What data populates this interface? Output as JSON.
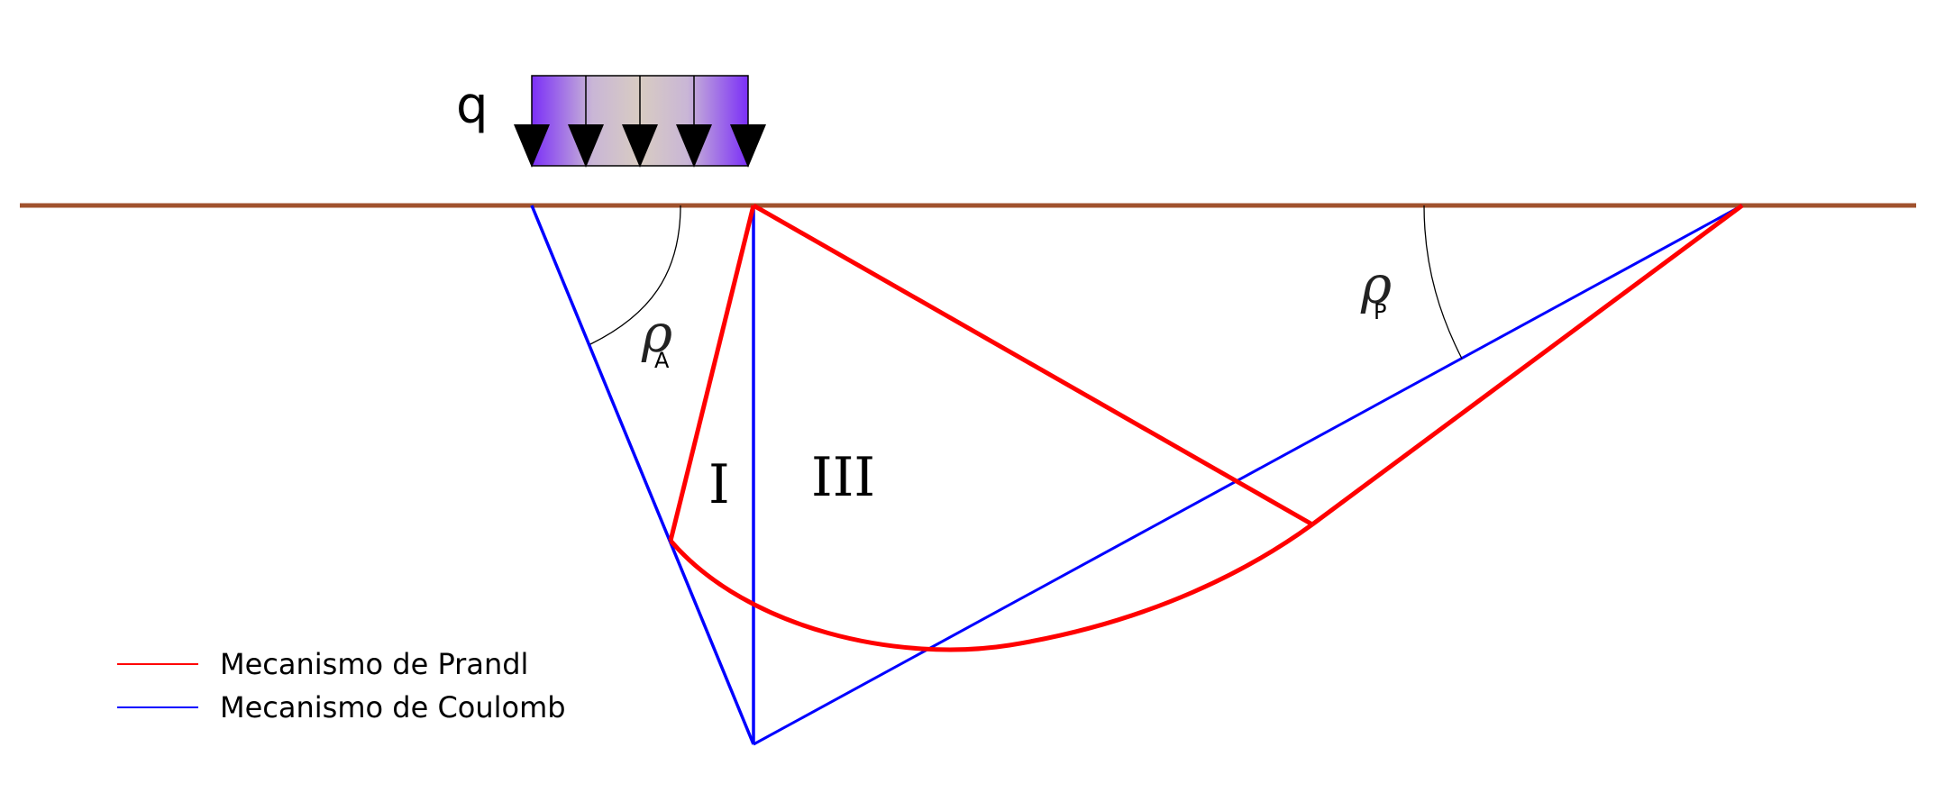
{
  "load": {
    "label": "q"
  },
  "regions": {
    "zone_1": "I",
    "zone_3": "III"
  },
  "angles": {
    "active": {
      "symbol": "ρ",
      "subscript": "A"
    },
    "passive": {
      "symbol": "ρ",
      "subscript": "P"
    }
  },
  "legend": {
    "items": [
      {
        "label": "Mecanismo de Prandl",
        "color": "#ff0000"
      },
      {
        "label": "Mecanismo de Coulomb",
        "color": "#0000ff"
      }
    ]
  },
  "colors": {
    "ground": "#a0522d",
    "prandtl": "#ff0000",
    "coulomb": "#0000ff",
    "load_edge": "#7b2ff7",
    "load_center": "#d8ccc2",
    "arrows": "#000000"
  }
}
